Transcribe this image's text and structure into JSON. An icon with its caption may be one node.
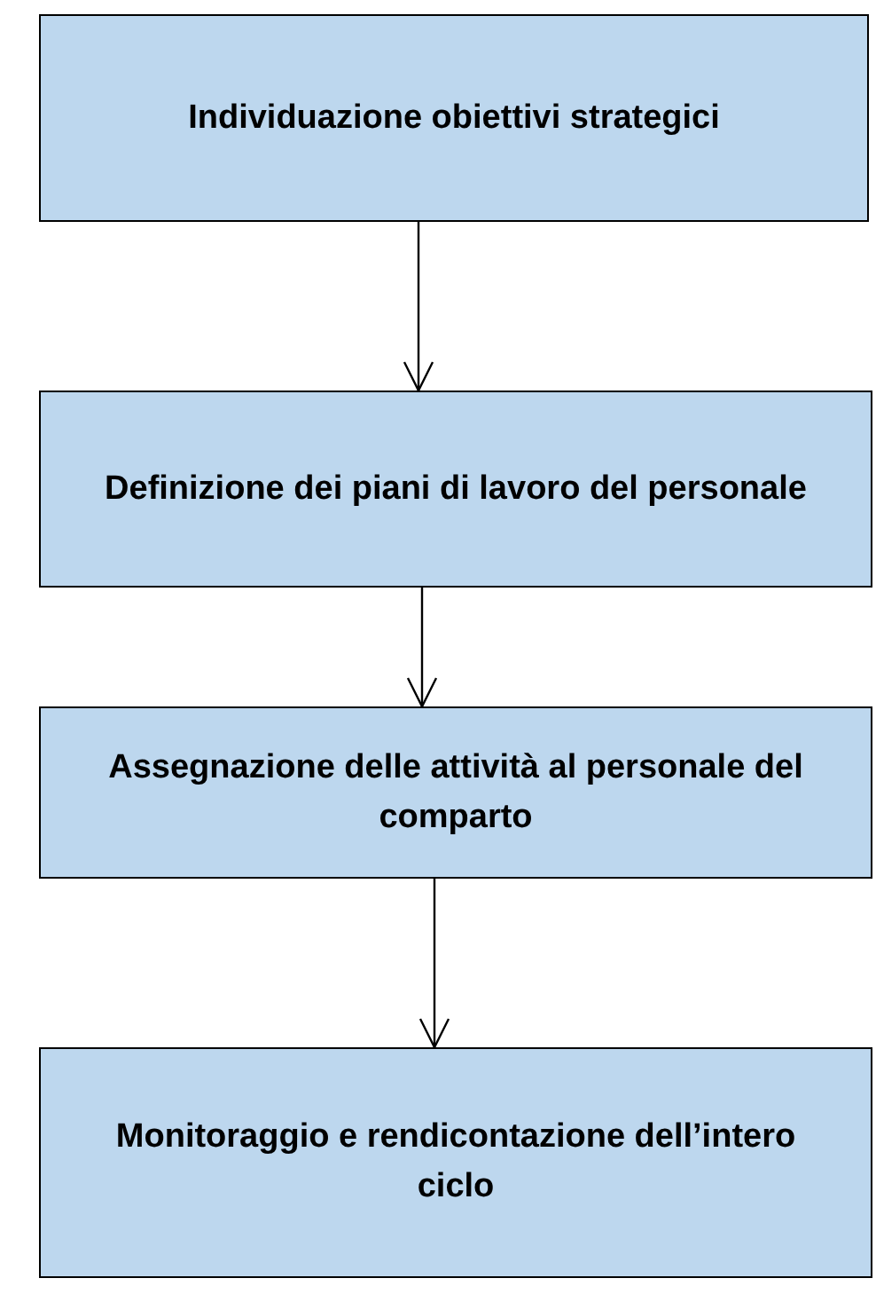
{
  "diagram": {
    "nodes": [
      {
        "text": [
          "Individuazione obiettivi strategici"
        ]
      },
      {
        "text": [
          "Definizione dei piani di lavoro del personale"
        ]
      },
      {
        "text": [
          "Assegnazione delle attività al personale del comparto"
        ]
      },
      {
        "text": [
          "Monitoraggio e rendicontazione dell’intero ciclo"
        ]
      }
    ],
    "edges": [
      {
        "from": 0,
        "to": 1,
        "arrow": "to"
      },
      {
        "from": 1,
        "to": 2,
        "arrow": "to"
      },
      {
        "from": 2,
        "to": 3,
        "arrow": "to"
      }
    ]
  }
}
